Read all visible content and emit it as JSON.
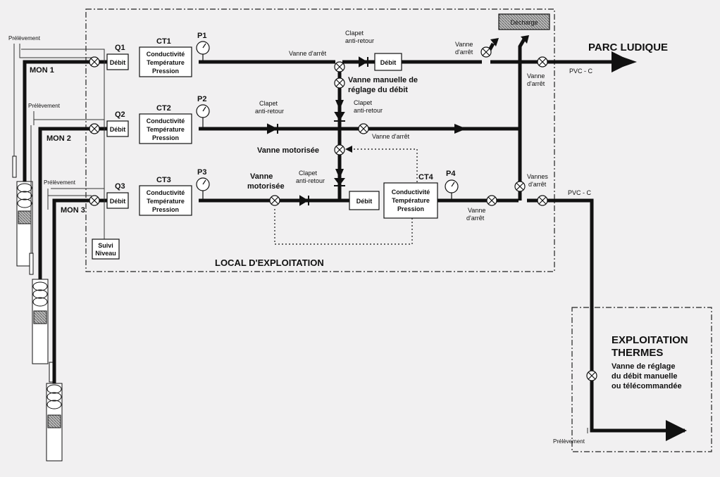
{
  "title_area": {
    "local": "LOCAL D'EXPLOITATION",
    "parc": "PARC LUDIQUE",
    "thermes_line1": "EXPLOITATION",
    "thermes_line2": "THERMES",
    "thermes_valve_l1": "Vanne de réglage",
    "thermes_valve_l2": "du débit  manuelle",
    "thermes_valve_l3": "ou télécommandée"
  },
  "wells": {
    "mon1": "MON 1",
    "mon2": "MON 2",
    "mon3": "MON 3",
    "prelevement": "Prélèvement"
  },
  "lines": {
    "q1": "Q1",
    "q2": "Q2",
    "q3": "Q3",
    "ct1": "CT1",
    "ct2": "CT2",
    "ct3": "CT3",
    "ct4": "CT4",
    "p1": "P1",
    "p2": "P2",
    "p3": "P3",
    "p4": "P4",
    "debit": "Débit",
    "ct_l1": "Conductivité",
    "ct_l2": "Température",
    "ct_l3": "Pression",
    "suivi_l1": "Suivi",
    "suivi_l2": "Niveau"
  },
  "valves": {
    "vanne_arret": "Vanne d'arrêt",
    "vanne": "Vanne",
    "arret": "d'arrêt",
    "vannes": "Vannes",
    "clapet": "Clapet",
    "anti_retour": "anti-retour",
    "vanne_manuelle_l1": "Vanne manuelle de",
    "vanne_manuelle_l2": "réglage du débit",
    "vanne_motorisee": "Vanne motorisée",
    "motorisee": "motorisée",
    "decharge": "Décharge",
    "pvc": "PVC - C"
  },
  "colors": {
    "pipe": "#111111",
    "paper": "#f1f0f1",
    "box": "#ffffff"
  }
}
